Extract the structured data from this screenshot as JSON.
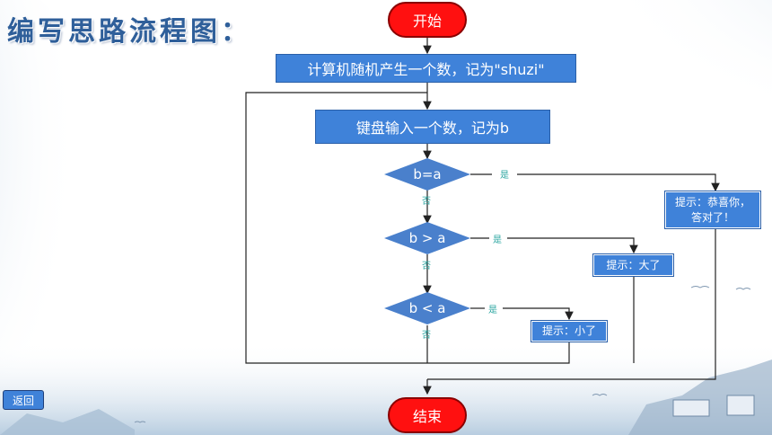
{
  "title": "编写思路流程图：",
  "nodes": {
    "start": "开始",
    "generate": "计算机随机产生一个数，记为\"shuzi\"",
    "input": "键盘输入一个数，记为b",
    "cond_eq": "b=a",
    "cond_gt": "b > a",
    "cond_lt": "b < a",
    "hint_correct": "提示：恭喜你，答对了！",
    "hint_big": "提示：大了",
    "hint_small": "提示：小了",
    "end": "结束"
  },
  "branch_labels": {
    "yes": "是",
    "no": "否"
  },
  "back_button": "返回",
  "colors": {
    "node_fill": "#3f82d9",
    "terminal_fill": "#ff1010",
    "title": "#2f5f9a"
  }
}
